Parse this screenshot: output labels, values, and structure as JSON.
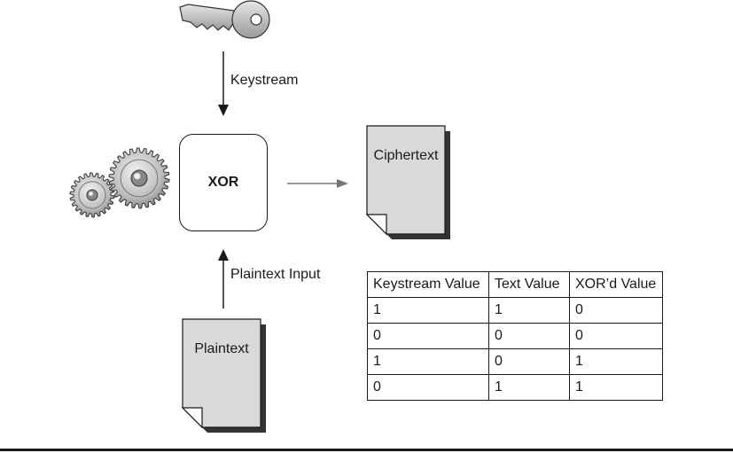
{
  "labels": {
    "keystream": "Keystream",
    "xor": "XOR",
    "plaintext_input": "Plaintext Input",
    "plaintext": "Plaintext",
    "ciphertext": "Ciphertext"
  },
  "icons": {
    "key": "key-icon",
    "gears": "gears-icon",
    "document": "document-icon"
  },
  "table": {
    "headers": [
      "Keystream Value",
      "Text Value",
      "XOR’d Value"
    ],
    "rows": [
      [
        "1",
        "1",
        "0"
      ],
      [
        "0",
        "0",
        "0"
      ],
      [
        "1",
        "0",
        "1"
      ],
      [
        "0",
        "1",
        "1"
      ]
    ]
  }
}
